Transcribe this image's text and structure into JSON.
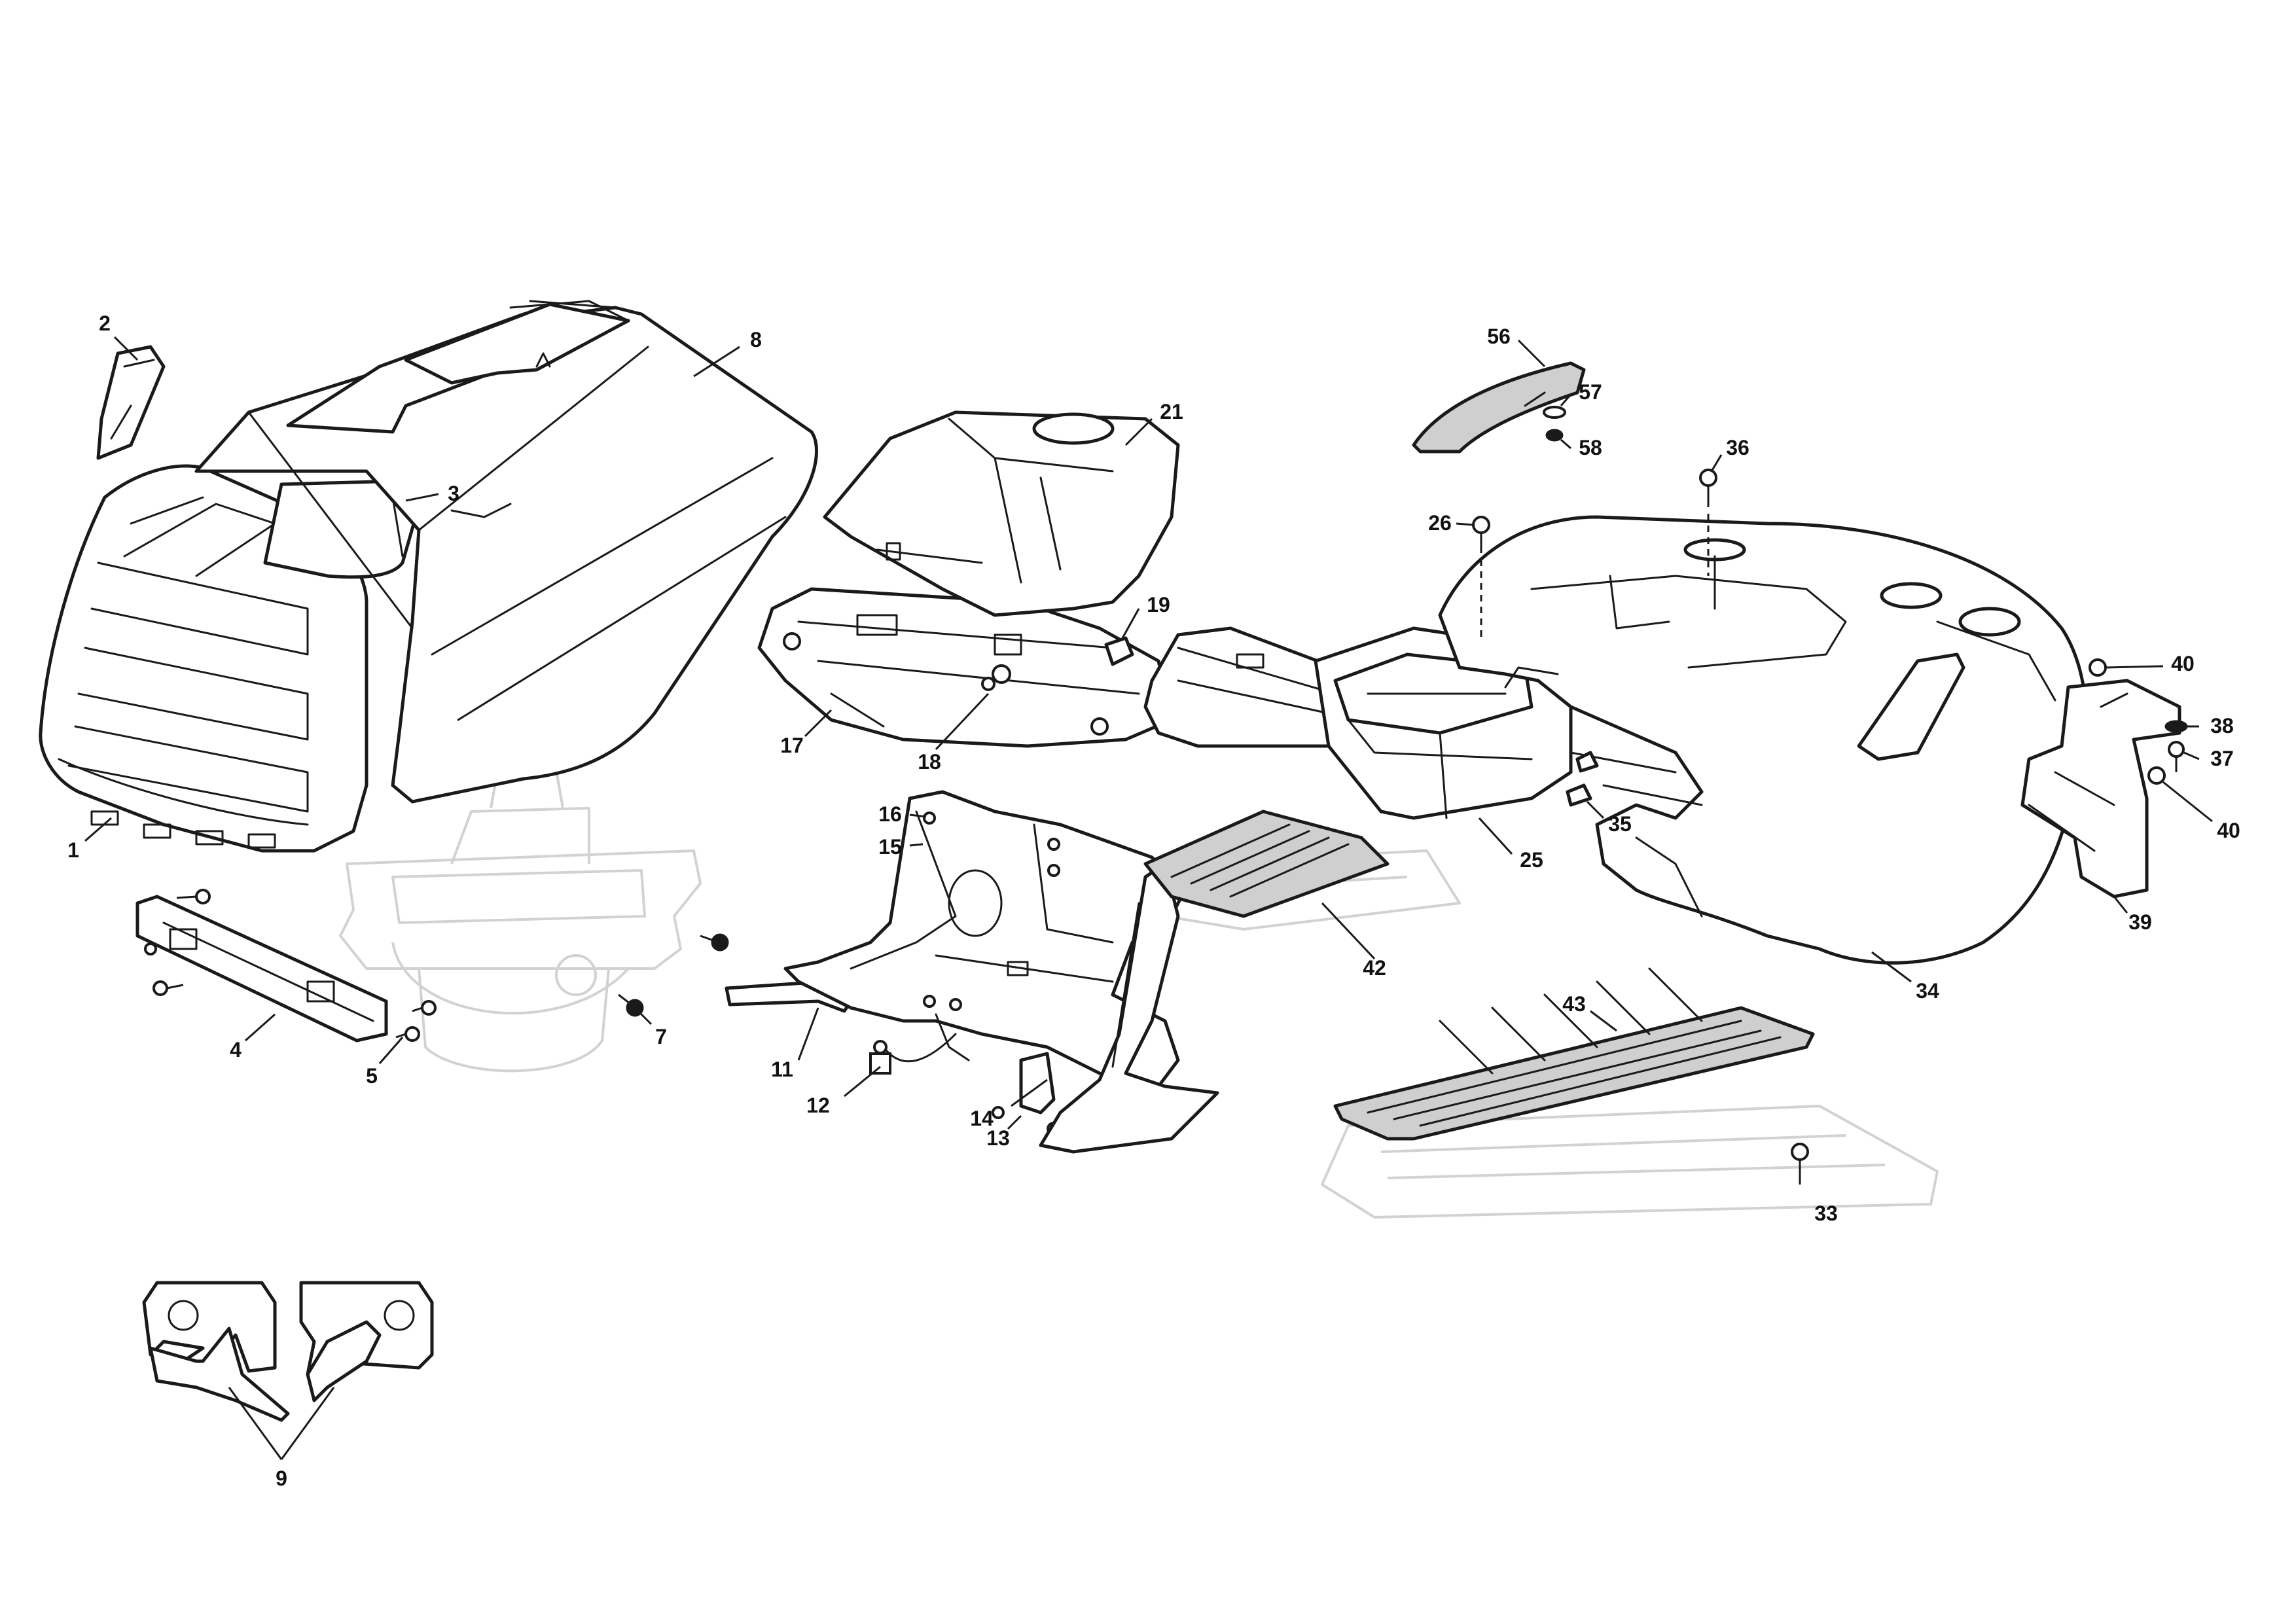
{
  "diagram": {
    "type": "exploded-parts-diagram",
    "colors": {
      "line": "#1a1a1a",
      "ghost_parts": "#d2d2d2",
      "mat_fill": "#cfcfcf",
      "background": "#ffffff"
    },
    "callouts": [
      {
        "id": "c1",
        "label": "1"
      },
      {
        "id": "c2",
        "label": "2"
      },
      {
        "id": "c3",
        "label": "3"
      },
      {
        "id": "c4",
        "label": "4"
      },
      {
        "id": "c5",
        "label": "5"
      },
      {
        "id": "c7",
        "label": "7"
      },
      {
        "id": "c8",
        "label": "8"
      },
      {
        "id": "c9",
        "label": "9"
      },
      {
        "id": "c11",
        "label": "11"
      },
      {
        "id": "c12",
        "label": "12"
      },
      {
        "id": "c13",
        "label": "13"
      },
      {
        "id": "c14",
        "label": "14"
      },
      {
        "id": "c15",
        "label": "15"
      },
      {
        "id": "c16",
        "label": "16"
      },
      {
        "id": "c17",
        "label": "17"
      },
      {
        "id": "c18",
        "label": "18"
      },
      {
        "id": "c19",
        "label": "19"
      },
      {
        "id": "c21",
        "label": "21"
      },
      {
        "id": "c25",
        "label": "25"
      },
      {
        "id": "c26",
        "label": "26"
      },
      {
        "id": "c33",
        "label": "33"
      },
      {
        "id": "c34",
        "label": "34"
      },
      {
        "id": "c35",
        "label": "35"
      },
      {
        "id": "c36",
        "label": "36"
      },
      {
        "id": "c37",
        "label": "37"
      },
      {
        "id": "c38",
        "label": "38"
      },
      {
        "id": "c39",
        "label": "39"
      },
      {
        "id": "c40a",
        "label": "40"
      },
      {
        "id": "c40b",
        "label": "40"
      },
      {
        "id": "c42",
        "label": "42"
      },
      {
        "id": "c43",
        "label": "43"
      },
      {
        "id": "c56",
        "label": "56"
      },
      {
        "id": "c57",
        "label": "57"
      },
      {
        "id": "c58",
        "label": "58"
      }
    ]
  }
}
